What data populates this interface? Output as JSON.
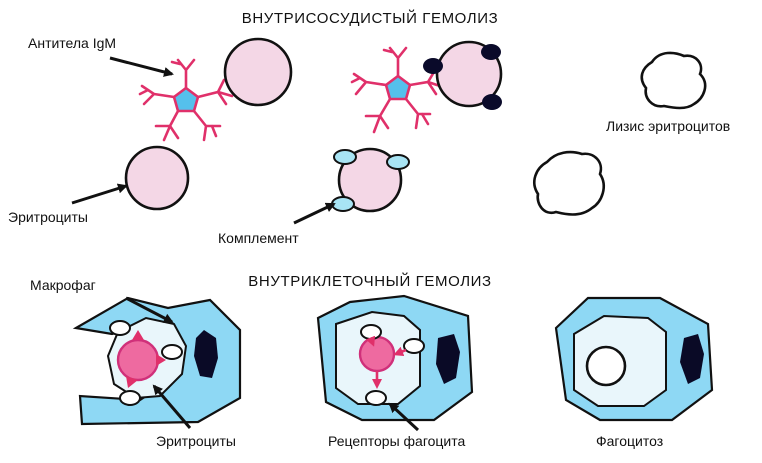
{
  "titles": {
    "intravascular": "ВНУТРИСОСУДИСТЫЙ  ГЕМОЛИЗ",
    "intracellular": "ВНУТРИКЛЕТОЧНЫЙ  ГЕМОЛИЗ"
  },
  "labels": {
    "igm_antibodies": "Антитела IgM",
    "erythrocytes_top": "Эритроциты",
    "complement": "Комплемент",
    "erythrocyte_lysis": "Лизис эритроцитов",
    "macrophage": "Макрофаг",
    "erythrocytes_bottom": "Эритроциты",
    "phagocyte_receptors": "Рецепторы фагоцита",
    "phagocytosis": "Фагоцитоз"
  },
  "colors": {
    "erythrocyte_fill": "#f4d7e6",
    "antibody": "#e0306a",
    "antigen_core": "#55c0ec",
    "complement_fill": "#a8e4f4",
    "complement_dark": "#0a0a2a",
    "macrophage_fill": "#8ed8f4",
    "macrophage_inner": "#e9f6fb",
    "nucleus": "#0a0a26",
    "engulfed_cell": "#ee6aa0",
    "outline": "#111111"
  }
}
